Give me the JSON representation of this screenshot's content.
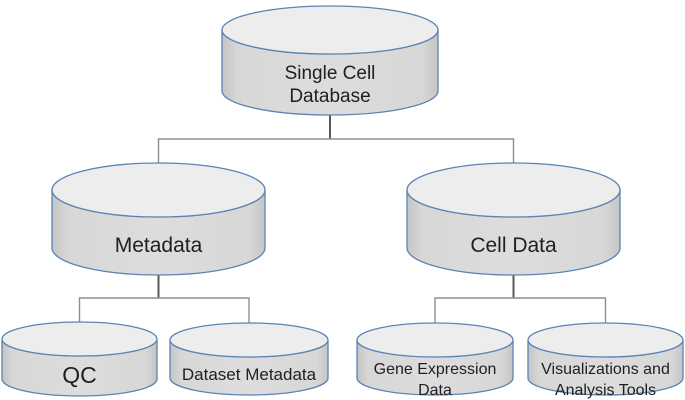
{
  "diagram": {
    "type": "hierarchy",
    "node_shape": "database-cylinder",
    "nodes": [
      {
        "id": "single-cell-database",
        "level": 0,
        "lines": [
          "Single Cell",
          "Database"
        ]
      },
      {
        "id": "metadata",
        "level": 1,
        "lines": [
          "Metadata"
        ]
      },
      {
        "id": "cell-data",
        "level": 1,
        "lines": [
          "Cell Data"
        ]
      },
      {
        "id": "qc",
        "level": 2,
        "lines": [
          "QC"
        ]
      },
      {
        "id": "dataset-metadata",
        "level": 2,
        "lines": [
          "Dataset Metadata"
        ]
      },
      {
        "id": "gene-expression-data",
        "level": 2,
        "lines": [
          "Gene Expression",
          "Data"
        ]
      },
      {
        "id": "visualizations-and-analysis-tools",
        "level": 2,
        "lines": [
          "Visualizations and",
          "Analysis Tools"
        ]
      }
    ],
    "edges": [
      {
        "from": "single-cell-database",
        "to": "metadata"
      },
      {
        "from": "single-cell-database",
        "to": "cell-data"
      },
      {
        "from": "metadata",
        "to": "qc"
      },
      {
        "from": "metadata",
        "to": "dataset-metadata"
      },
      {
        "from": "cell-data",
        "to": "gene-expression-data"
      },
      {
        "from": "cell-data",
        "to": "visualizations-and-analysis-tools"
      }
    ],
    "colors": {
      "cylinder_fill": "#d9d9d9",
      "cylinder_edge_shade": "#c4c4c4",
      "cylinder_top_fill": "#ededed",
      "cylinder_stroke": "#5b84b4",
      "connector_line": "#8f8f8f",
      "connector_stub": "#595959",
      "label_text": "#1f1f1f",
      "background": "#ffffff"
    }
  }
}
